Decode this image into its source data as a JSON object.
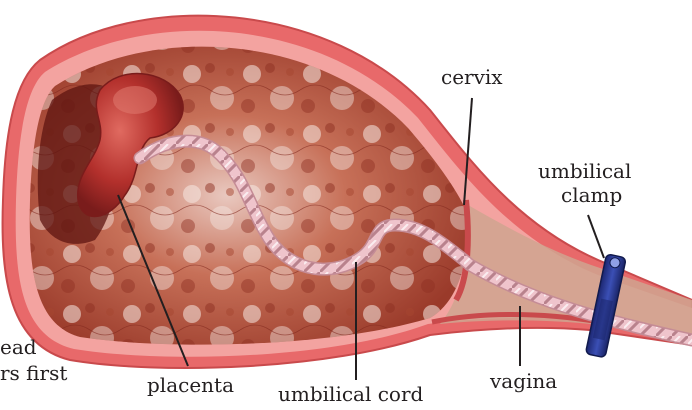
{
  "diagram": {
    "labels": {
      "cervix": "cervix",
      "clamp_line1": "umbilical",
      "clamp_line2": "clamp",
      "placenta": "placenta",
      "cord": "umbilical cord",
      "vagina": "vagina",
      "cut_left_line1": "ead",
      "cut_left_line2": "rs first"
    },
    "colors": {
      "wall": "#e8696a",
      "wall_dark": "#c94a4c",
      "wall_inner": "#f3a3a0",
      "tissue": "#b3563a",
      "tissue_light": "#f1dcd6",
      "placenta": "#b8322f",
      "cord": "#efc4cc",
      "clamp": "#2c3a8f",
      "leader": "#231f20"
    }
  }
}
